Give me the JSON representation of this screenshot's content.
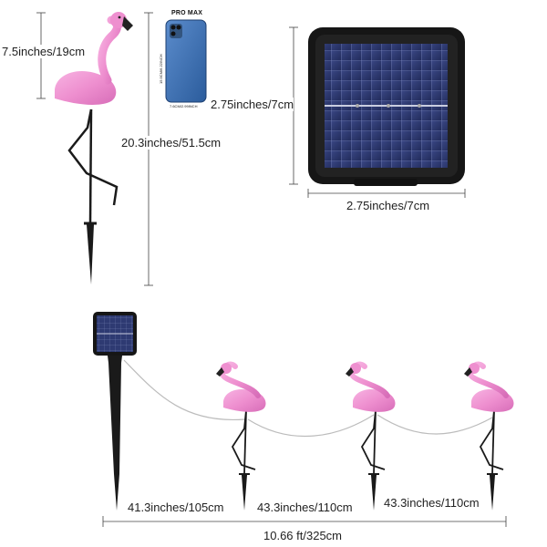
{
  "phone": {
    "title": "PRO MAX",
    "height_label": "15.9CM/6.22INCH",
    "width_label": "7.6CM/2.99INCH"
  },
  "dimensions": {
    "flamingo_head_height": "7.5inches/19cm",
    "flamingo_total_height": "20.3inches/51.5cm",
    "panel_height": "2.75inches/7cm",
    "panel_width": "2.75inches/7cm",
    "cable_1": "41.3inches/105cm",
    "cable_2": "43.3inches/110cm",
    "cable_3": "43.3inches/110cm",
    "total_length": "10.66 ft/325cm"
  },
  "colors": {
    "flamingo_pink": "#ee8fcf",
    "panel_blue": "#2b3569",
    "frame_black": "#1a1a1a"
  }
}
